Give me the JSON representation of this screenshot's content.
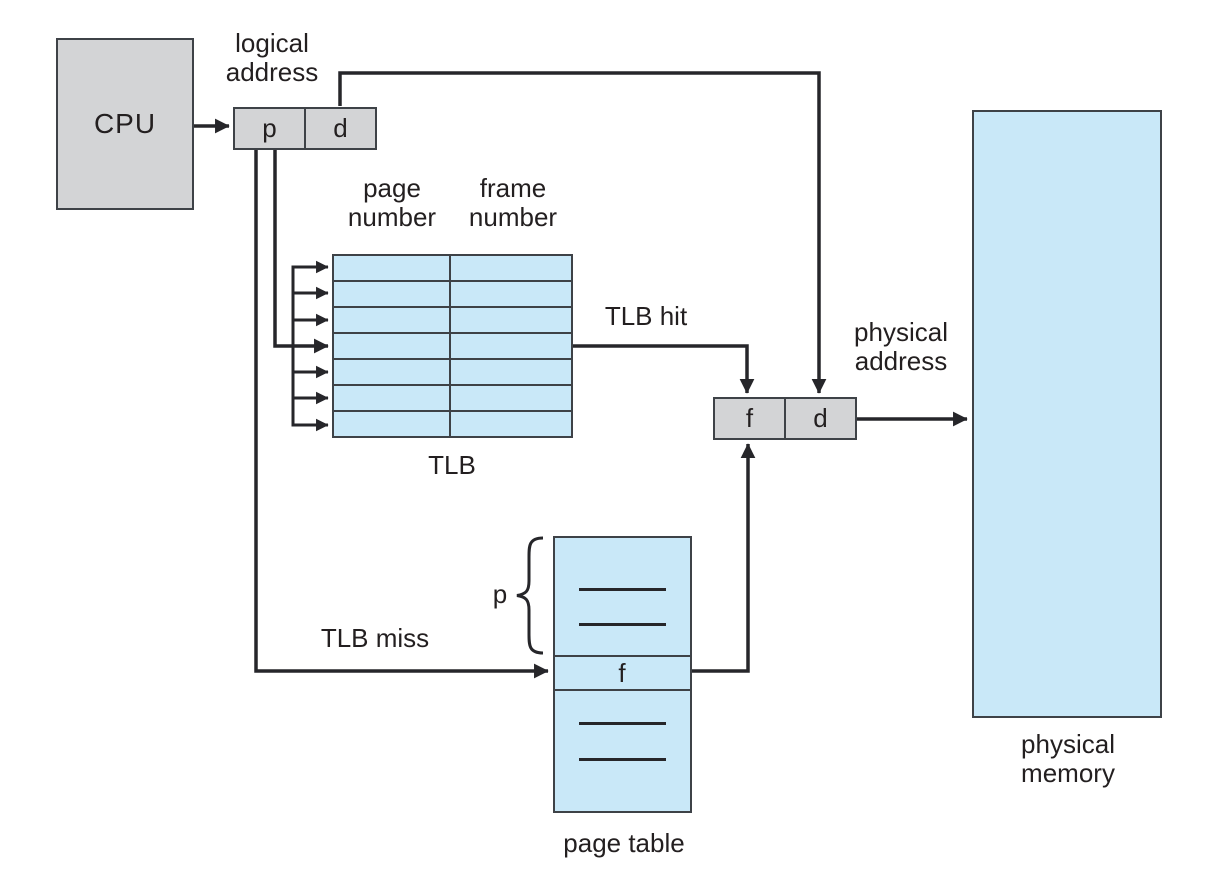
{
  "cpu": {
    "label": "CPU"
  },
  "logical_address": {
    "caption_line1": "logical",
    "caption_line2": "address",
    "page_field": "p",
    "offset_field": "d"
  },
  "tlb": {
    "rows": 7,
    "col1_header_line1": "page",
    "col1_header_line2": "number",
    "col2_header_line1": "frame",
    "col2_header_line2": "number",
    "caption": "TLB"
  },
  "edges": {
    "tlb_hit": "TLB hit",
    "tlb_miss": "TLB miss"
  },
  "page_table": {
    "index_label": "p",
    "frame_entry": "f",
    "caption": "page table",
    "empty_entry_count": 4
  },
  "physical_address": {
    "caption_line1": "physical",
    "caption_line2": "address",
    "frame_field": "f",
    "offset_field": "d"
  },
  "physical_memory": {
    "caption_line1": "physical",
    "caption_line2": "memory"
  },
  "colors": {
    "box_gray": "#d3d4d6",
    "box_blue": "#c9e8f8",
    "line": "#26262a",
    "border": "#3e4247"
  }
}
